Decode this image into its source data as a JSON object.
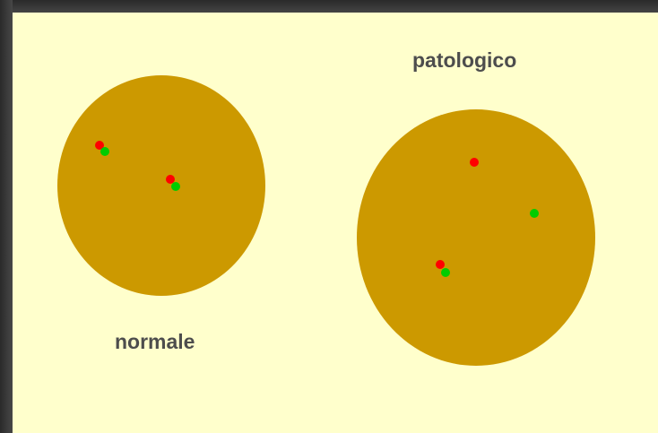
{
  "labels": {
    "normal": "normale",
    "pathological": "patologico"
  },
  "colors": {
    "background": "#FFFFCC",
    "cell": "#CC9900",
    "red_dot": "#FF0000",
    "green_dot": "#00CC00",
    "label_text": "#4d4d4d"
  },
  "legend_semantics": {
    "normal_cell": "red and green signals paired (co-localized)",
    "pathological_cell": "one red/green pair plus separated red and green signals"
  }
}
